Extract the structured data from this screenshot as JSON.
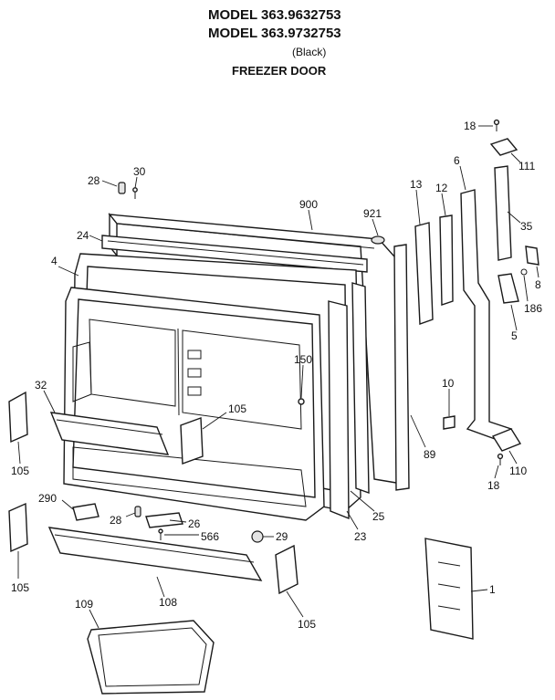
{
  "header": {
    "model_line_1": "MODEL 363.9632753",
    "model_line_2": "MODEL 363.9732753",
    "color_note": "(Black)",
    "section_title": "FREEZER DOOR"
  },
  "callouts": [
    "18",
    "111",
    "6",
    "13",
    "12",
    "35",
    "28",
    "30",
    "900",
    "921",
    "24",
    "8",
    "4",
    "186",
    "5",
    "150",
    "32",
    "105",
    "10",
    "105",
    "89",
    "110",
    "18",
    "290",
    "28",
    "26",
    "25",
    "23",
    "566",
    "29",
    "105",
    "108",
    "1",
    "105",
    "109"
  ]
}
